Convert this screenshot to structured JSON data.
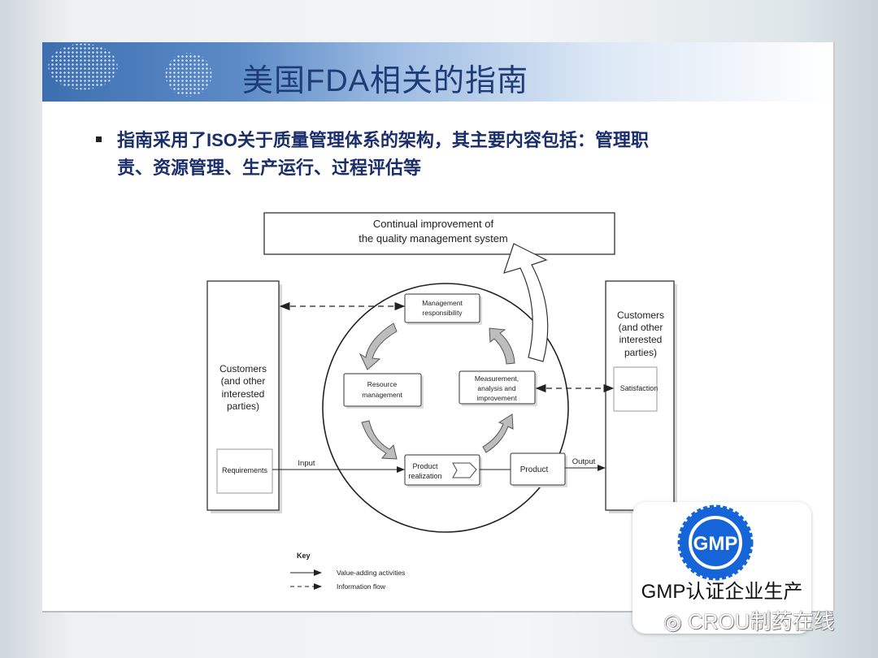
{
  "slide": {
    "title": "美国FDA相关的指南",
    "bullet_line1": "指南采用了ISO关于质量管理体系的架构，其主要内容包括：管理职",
    "bullet_line2": "责、资源管理、生产运行、过程评估等"
  },
  "diagram": {
    "top_box_line1": "Continual improvement of",
    "top_box_line2": "the quality management system",
    "left_customers": [
      "Customers",
      "(and other",
      "interested",
      "parties)"
    ],
    "right_customers": [
      "Customers",
      "(and other",
      "interested",
      "parties)"
    ],
    "requirements": "Requirements",
    "satisfaction": "Satisfaction",
    "management": [
      "Management",
      "responsibility"
    ],
    "resource": [
      "Resource",
      "management"
    ],
    "measurement": [
      "Measurement,",
      "analysis and",
      "improvement"
    ],
    "product_realization": [
      "Product",
      "realization"
    ],
    "product": "Product",
    "input": "Input",
    "output": "Output",
    "key_title": "Key",
    "key_value": "Value-adding activities",
    "key_info": "Information flow"
  },
  "logo": {
    "badge_text": "GMP",
    "caption": "GMP认证企业生产",
    "color": "#1565d8"
  },
  "watermark": "CROU制药在线"
}
